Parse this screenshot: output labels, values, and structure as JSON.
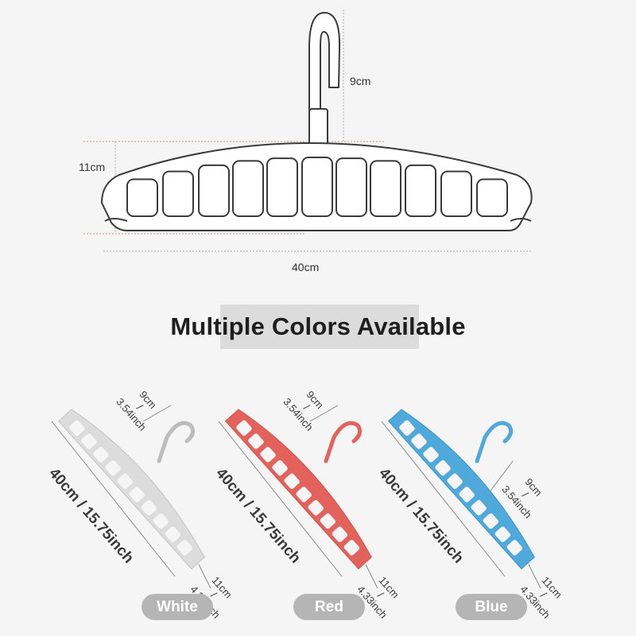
{
  "diagram": {
    "hook_height": "9cm",
    "body_height": "11cm",
    "width": "40cm"
  },
  "headline": "Multiple Colors Available",
  "colors": {
    "outline": "#3a3a3a",
    "guide_line": "#e98a8a",
    "white": "#dcdcdc",
    "red": "#e4625c",
    "blue": "#4fa9db"
  },
  "products": [
    {
      "name": "White",
      "length": "40cm / 15.75inch",
      "hook_cm": "9cm",
      "hook_slash": "/",
      "hook_inch": "3.54inch",
      "width_cm": "11cm",
      "width_slash": "/",
      "width_inch": "4.33inch"
    },
    {
      "name": "Red",
      "length": "40cm / 15.75inch",
      "hook_cm": "9cm",
      "hook_slash": "/",
      "hook_inch": "3.54inch",
      "width_cm": "11cm",
      "width_slash": "/",
      "width_inch": "4.33inch"
    },
    {
      "name": "Blue",
      "length": "40cm / 15.75inch",
      "hook_cm": "9cm",
      "hook_slash": "/",
      "hook_inch": "3.54inch",
      "width_cm": "11cm",
      "width_slash": "/",
      "width_inch": "4.33inch"
    }
  ]
}
